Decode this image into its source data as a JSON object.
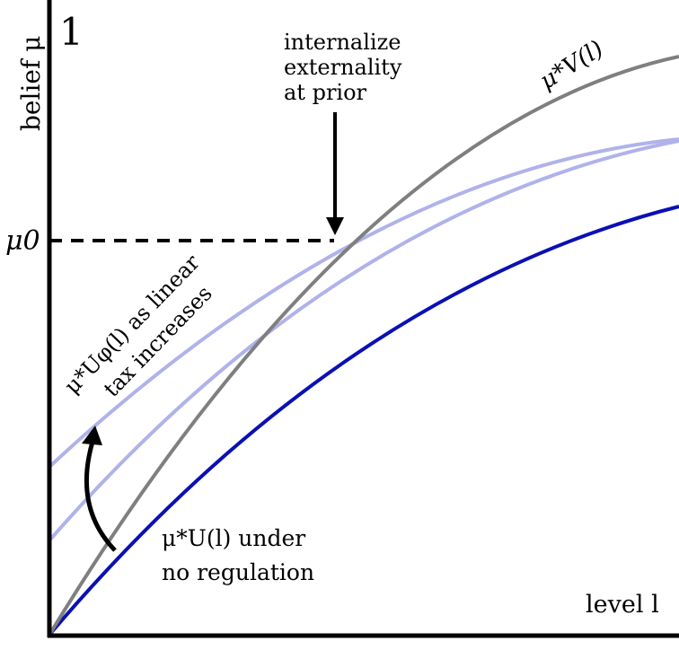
{
  "colors": {
    "axis": "#000000",
    "social_curve": "#7f7f7f",
    "unregulated_curve": "#0a10b4",
    "taxed_curve": "#b0b2ea",
    "dashed": "#000000"
  },
  "labels": {
    "y_axis_max": "1",
    "y_axis_label": "belief μ",
    "x_axis_label": "level l",
    "prior_tick": "μ0",
    "social_curve": "μ*V(l)",
    "taxed_curves_line1": "μ*Uφ(l) as linear",
    "taxed_curves_line2": "tax increases",
    "unregulated_line1": "μ*U(l) under",
    "unregulated_line2": "no regulation",
    "annotation_line1": "internalize",
    "annotation_line2": "externality",
    "annotation_line3": "at prior"
  }
}
